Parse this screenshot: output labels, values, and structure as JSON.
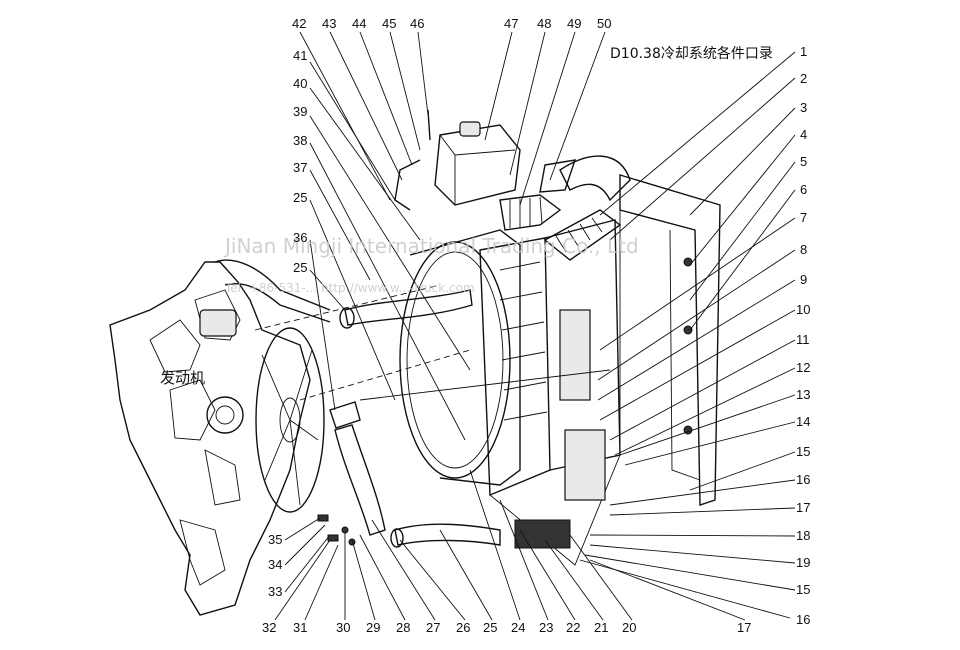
{
  "title": "D10.38冷却系统各件口录",
  "engine_label": "发动机",
  "watermark": {
    "company": "JiNan Mingji International Trading Co., Ltd",
    "contact": "Tel: +86-531-...   http://www.w...-truck.com"
  },
  "callouts_top": [
    "42",
    "43",
    "44",
    "45",
    "46",
    "47",
    "48",
    "49",
    "50"
  ],
  "callouts_left": [
    "41",
    "40",
    "39",
    "38",
    "37",
    "25",
    "25",
    "36"
  ],
  "callouts_right": [
    "1",
    "2",
    "3",
    "4",
    "5",
    "6",
    "7",
    "8",
    "9",
    "10",
    "11",
    "12",
    "13",
    "14",
    "15",
    "16",
    "17",
    "18",
    "19",
    "15",
    "16"
  ],
  "callouts_bottom": [
    "35",
    "34",
    "33",
    "32",
    "31",
    "30",
    "29",
    "28",
    "27",
    "26",
    "25",
    "24",
    "23",
    "22",
    "21",
    "20",
    "17"
  ]
}
